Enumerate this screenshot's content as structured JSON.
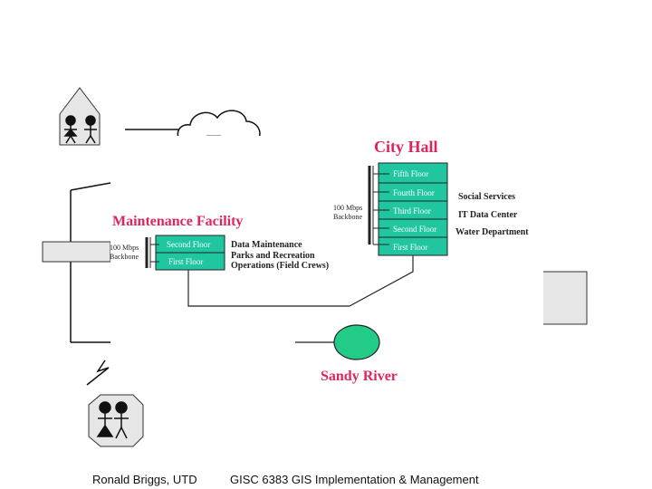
{
  "city_hall": {
    "title": "City Hall",
    "backbone_label_1": "100 Mbps",
    "backbone_label_2": "Backbone",
    "floors": [
      "Fifth Floor",
      "Fourth Floor",
      "Third Floor",
      "Second Floor",
      "First Floor"
    ],
    "departments": [
      "Social Services",
      "IT Data Center",
      "Water Department"
    ]
  },
  "maintenance": {
    "title": "Maintenance Facility",
    "backbone_label_1": "100 Mbps",
    "backbone_label_2": "Backbone",
    "floors": [
      "Second Floor",
      "First Floor"
    ],
    "departments": [
      "Data Maintenance",
      "Parks and Recreation",
      "Operations (Field Crews)"
    ]
  },
  "sandy_river": {
    "title": "Sandy River"
  },
  "cloud": {
    "label": "........"
  },
  "colors": {
    "building_fill": "#20c6a0",
    "node_fill": "#22cc88",
    "title_color": "#e0245e",
    "overlay_gray": "#e6e6e6"
  },
  "footer": {
    "left": "Ronald Briggs, UTD",
    "right": "GISC 6383 GIS Implementation & Management"
  }
}
